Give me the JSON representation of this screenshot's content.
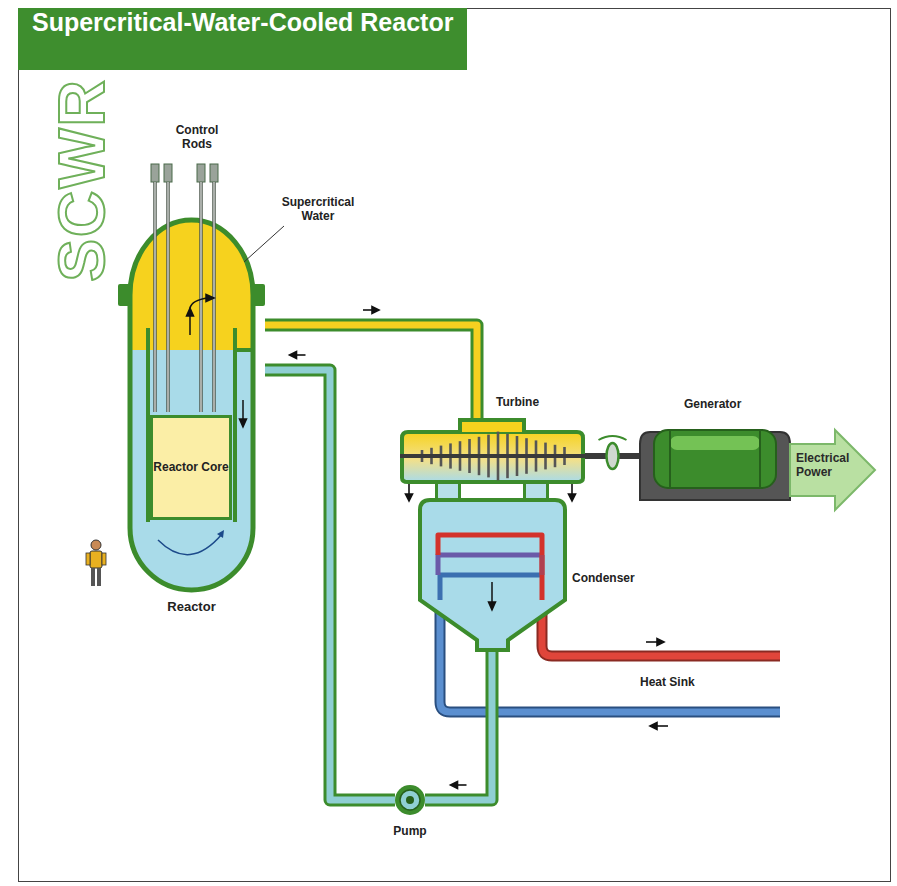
{
  "diagram": {
    "title": "Supercritical-Water-Cooled Reactor",
    "nodes": [
      {
        "text": [
          "Reactor"
        ]
      },
      {
        "text": [
          "Reactor Core"
        ],
        "in": 0
      },
      {
        "text": [
          "Turbine"
        ]
      },
      {
        "text": [
          "Generator"
        ]
      },
      {
        "text": [
          "Electrical Power"
        ]
      },
      {
        "text": [
          "Condenser"
        ]
      },
      {
        "text": [
          "Pump"
        ]
      }
    ],
    "edges": [
      {
        "from": 0,
        "to": 2,
        "arrow": "to"
      },
      {
        "from": 2,
        "to": 3,
        "arrow": "none"
      },
      {
        "from": 2,
        "to": 5,
        "arrow": "to"
      },
      {
        "from": 5,
        "to": 6,
        "arrow": "to"
      },
      {
        "from": 6,
        "to": 0,
        "arrow": "to"
      }
    ],
    "labels": [
      "SCWR",
      "Control Rods",
      "Supercritical Water",
      "Heat Sink"
    ]
  }
}
